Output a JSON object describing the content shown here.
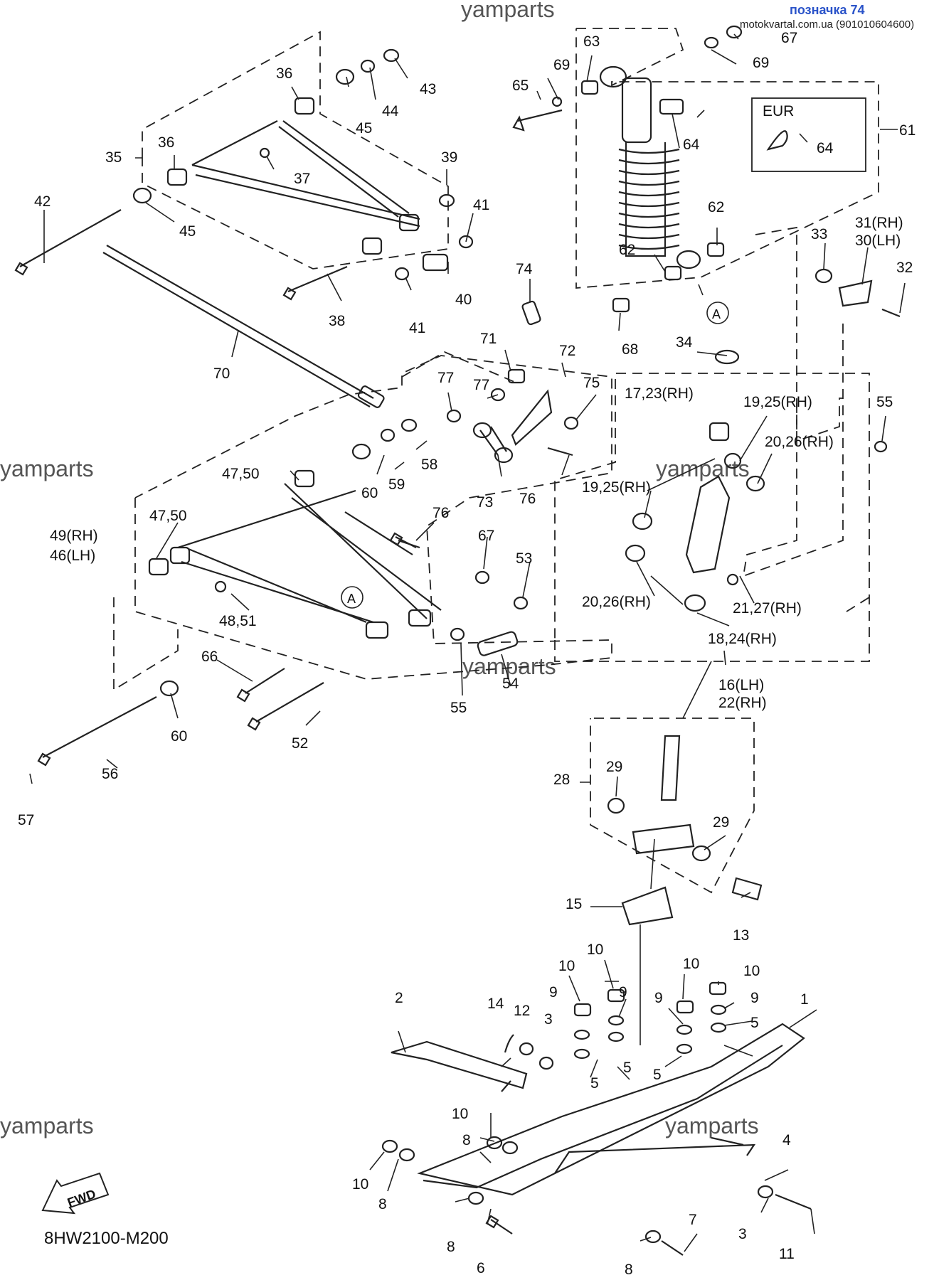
{
  "header": {
    "title": "позначка 74",
    "site": "motokvartal.com.ua (901010604600)"
  },
  "watermarks": [
    "yamparts",
    "yamparts",
    "yamparts",
    "yamparts",
    "yamparts",
    "yamparts"
  ],
  "diagram_code": "8HW2100-M200",
  "fwd_label": "FWD",
  "eur_label": "EUR",
  "labels": [
    "36",
    "43",
    "44",
    "45",
    "36",
    "35",
    "37",
    "39",
    "42",
    "45",
    "41",
    "40",
    "41",
    "38",
    "70",
    "65",
    "63",
    "69",
    "67",
    "69",
    "64",
    "64",
    "61",
    "62",
    "62",
    "68",
    "A",
    "74",
    "71",
    "72",
    "75",
    "77",
    "77",
    "73",
    "76",
    "58",
    "59",
    "60",
    "47,50",
    "47,50",
    "49(RH)",
    "46(LH)",
    "48,51",
    "A",
    "76",
    "67",
    "53",
    "34",
    "17,23(RH)",
    "19,25(RH)",
    "20,26(RH)",
    "55",
    "33",
    "31(RH)",
    "30(LH)",
    "32",
    "19,25(RH)",
    "20,26(RH)",
    "21,27(RH)",
    "18,24(RH)",
    "16(LH)",
    "22(RH)",
    "66",
    "60",
    "52",
    "55",
    "54",
    "56",
    "57",
    "28",
    "29",
    "29",
    "15",
    "13",
    "10",
    "10",
    "10",
    "10",
    "9",
    "9",
    "9",
    "9",
    "5",
    "5",
    "5",
    "5",
    "14",
    "12",
    "3",
    "2",
    "1",
    "10",
    "8",
    "10",
    "8",
    "8",
    "6",
    "8",
    "7",
    "4",
    "3",
    "11"
  ]
}
